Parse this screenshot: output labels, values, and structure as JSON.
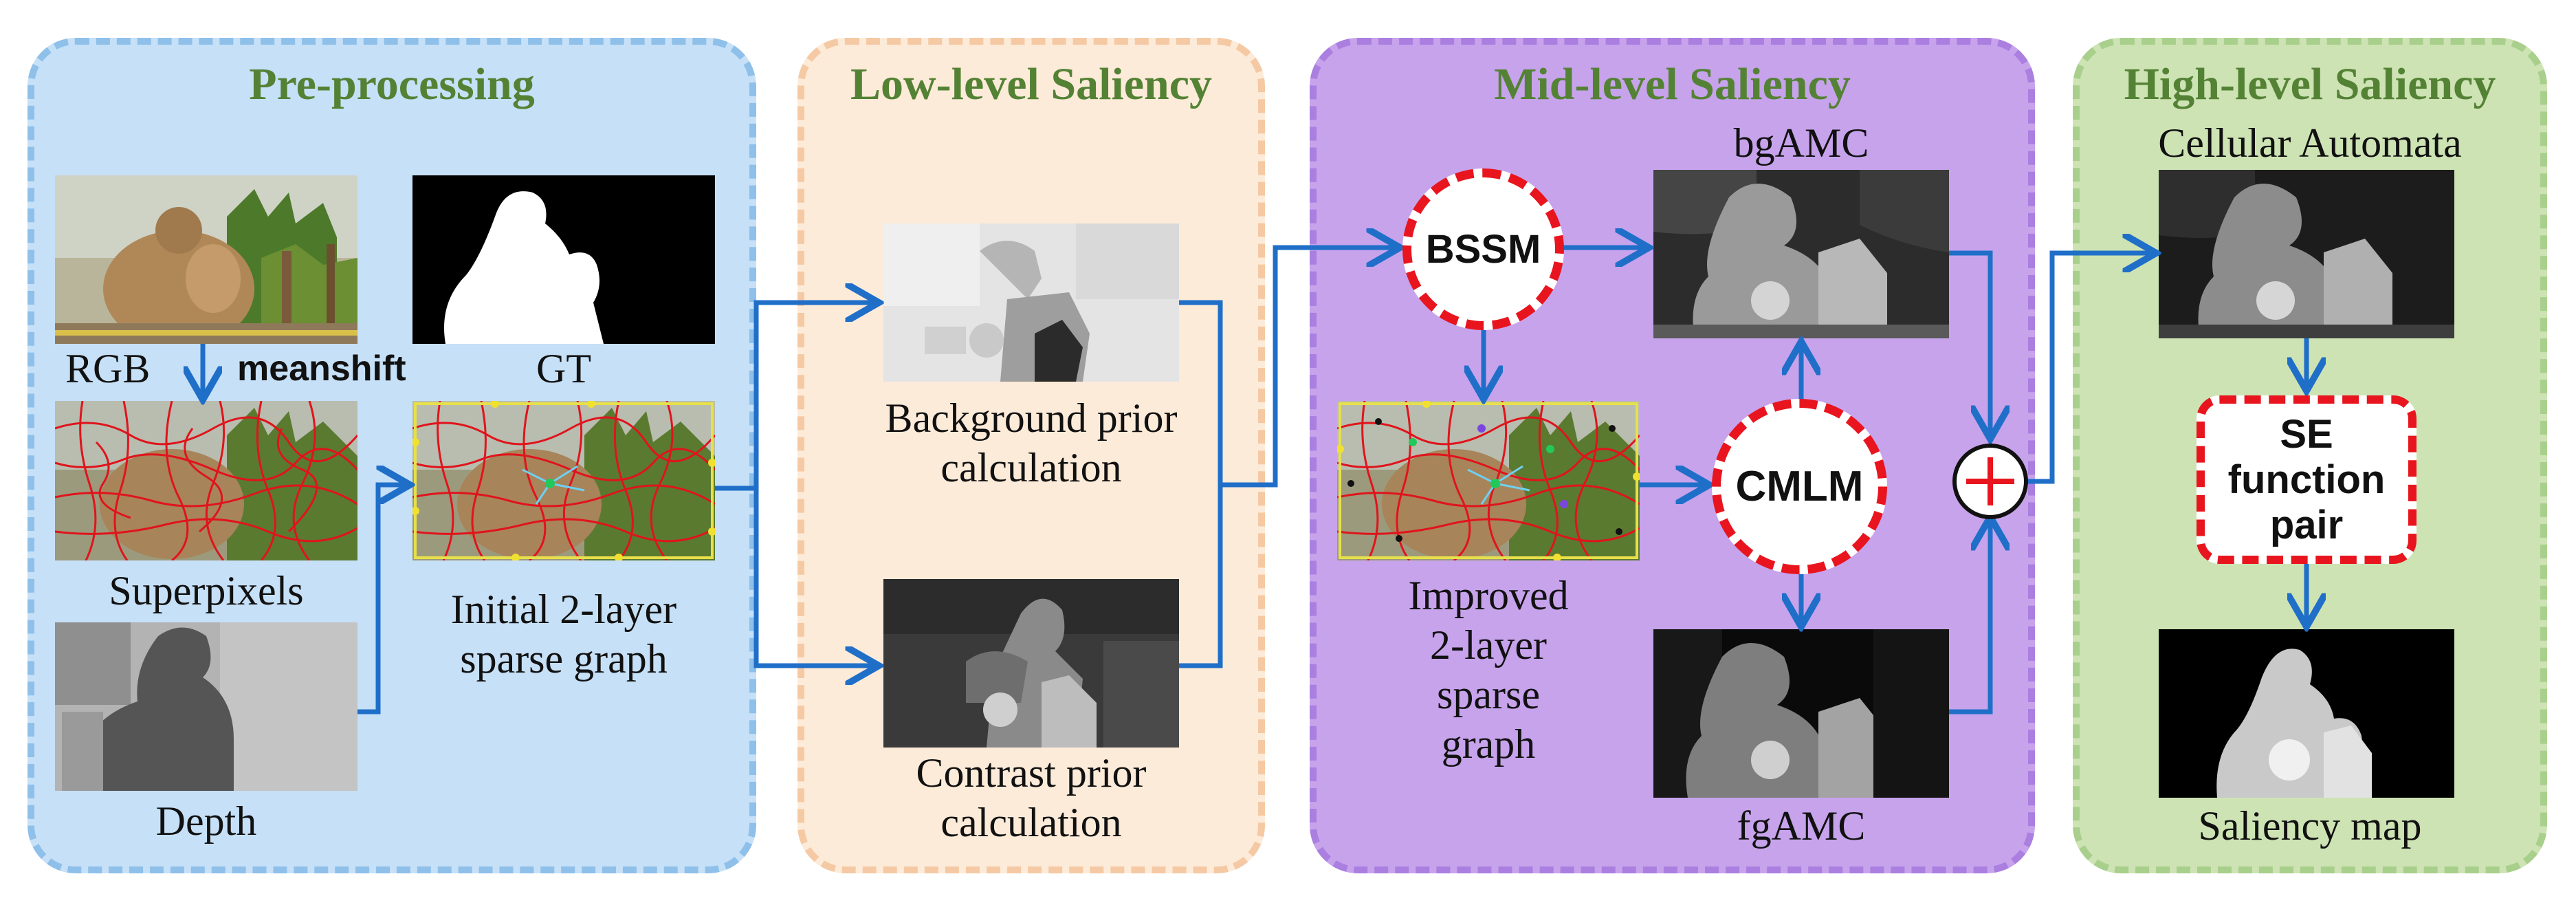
{
  "colors": {
    "pre_bg": "#c6e0f7",
    "pre_border": "#8ec0ea",
    "low_bg": "#fdebd9",
    "low_border": "#f5c9a3",
    "mid_bg": "#c7a3ec",
    "mid_border": "#aa7fe0",
    "high_bg": "#cde3b4",
    "high_border": "#a9cf8c",
    "title": "#548235",
    "arrow": "#1f6fc9",
    "dashed_red": "#e8151f"
  },
  "panels": {
    "pre": {
      "title": "Pre-processing"
    },
    "low": {
      "title": "Low-level Saliency"
    },
    "mid": {
      "title": "Mid-level Saliency"
    },
    "high": {
      "title": "High-level Saliency"
    }
  },
  "labels": {
    "rgb": "RGB",
    "meanshift": "meanshift",
    "gt": "GT",
    "superpixels": "Superpixels",
    "initial_graph": [
      "Initial 2-layer",
      "sparse graph"
    ],
    "depth": "Depth",
    "background_prior": [
      "Background prior",
      "calculation"
    ],
    "contrast_prior": [
      "Contrast prior",
      "calculation"
    ],
    "bgamc": "bgAMC",
    "improved_graph": [
      "Improved",
      "2-layer",
      "sparse",
      "graph"
    ],
    "fgamc": "fgAMC",
    "cellular_automata": "Cellular Automata",
    "saliency_map": "Saliency map"
  },
  "nodes": {
    "bssm": "BSSM",
    "cmlm": "CMLM",
    "se_function_pair": [
      "SE",
      "function",
      "pair"
    ]
  },
  "icons": {
    "sum_node": "circled-plus-icon",
    "image_thumbnails": "image-thumbnail"
  }
}
